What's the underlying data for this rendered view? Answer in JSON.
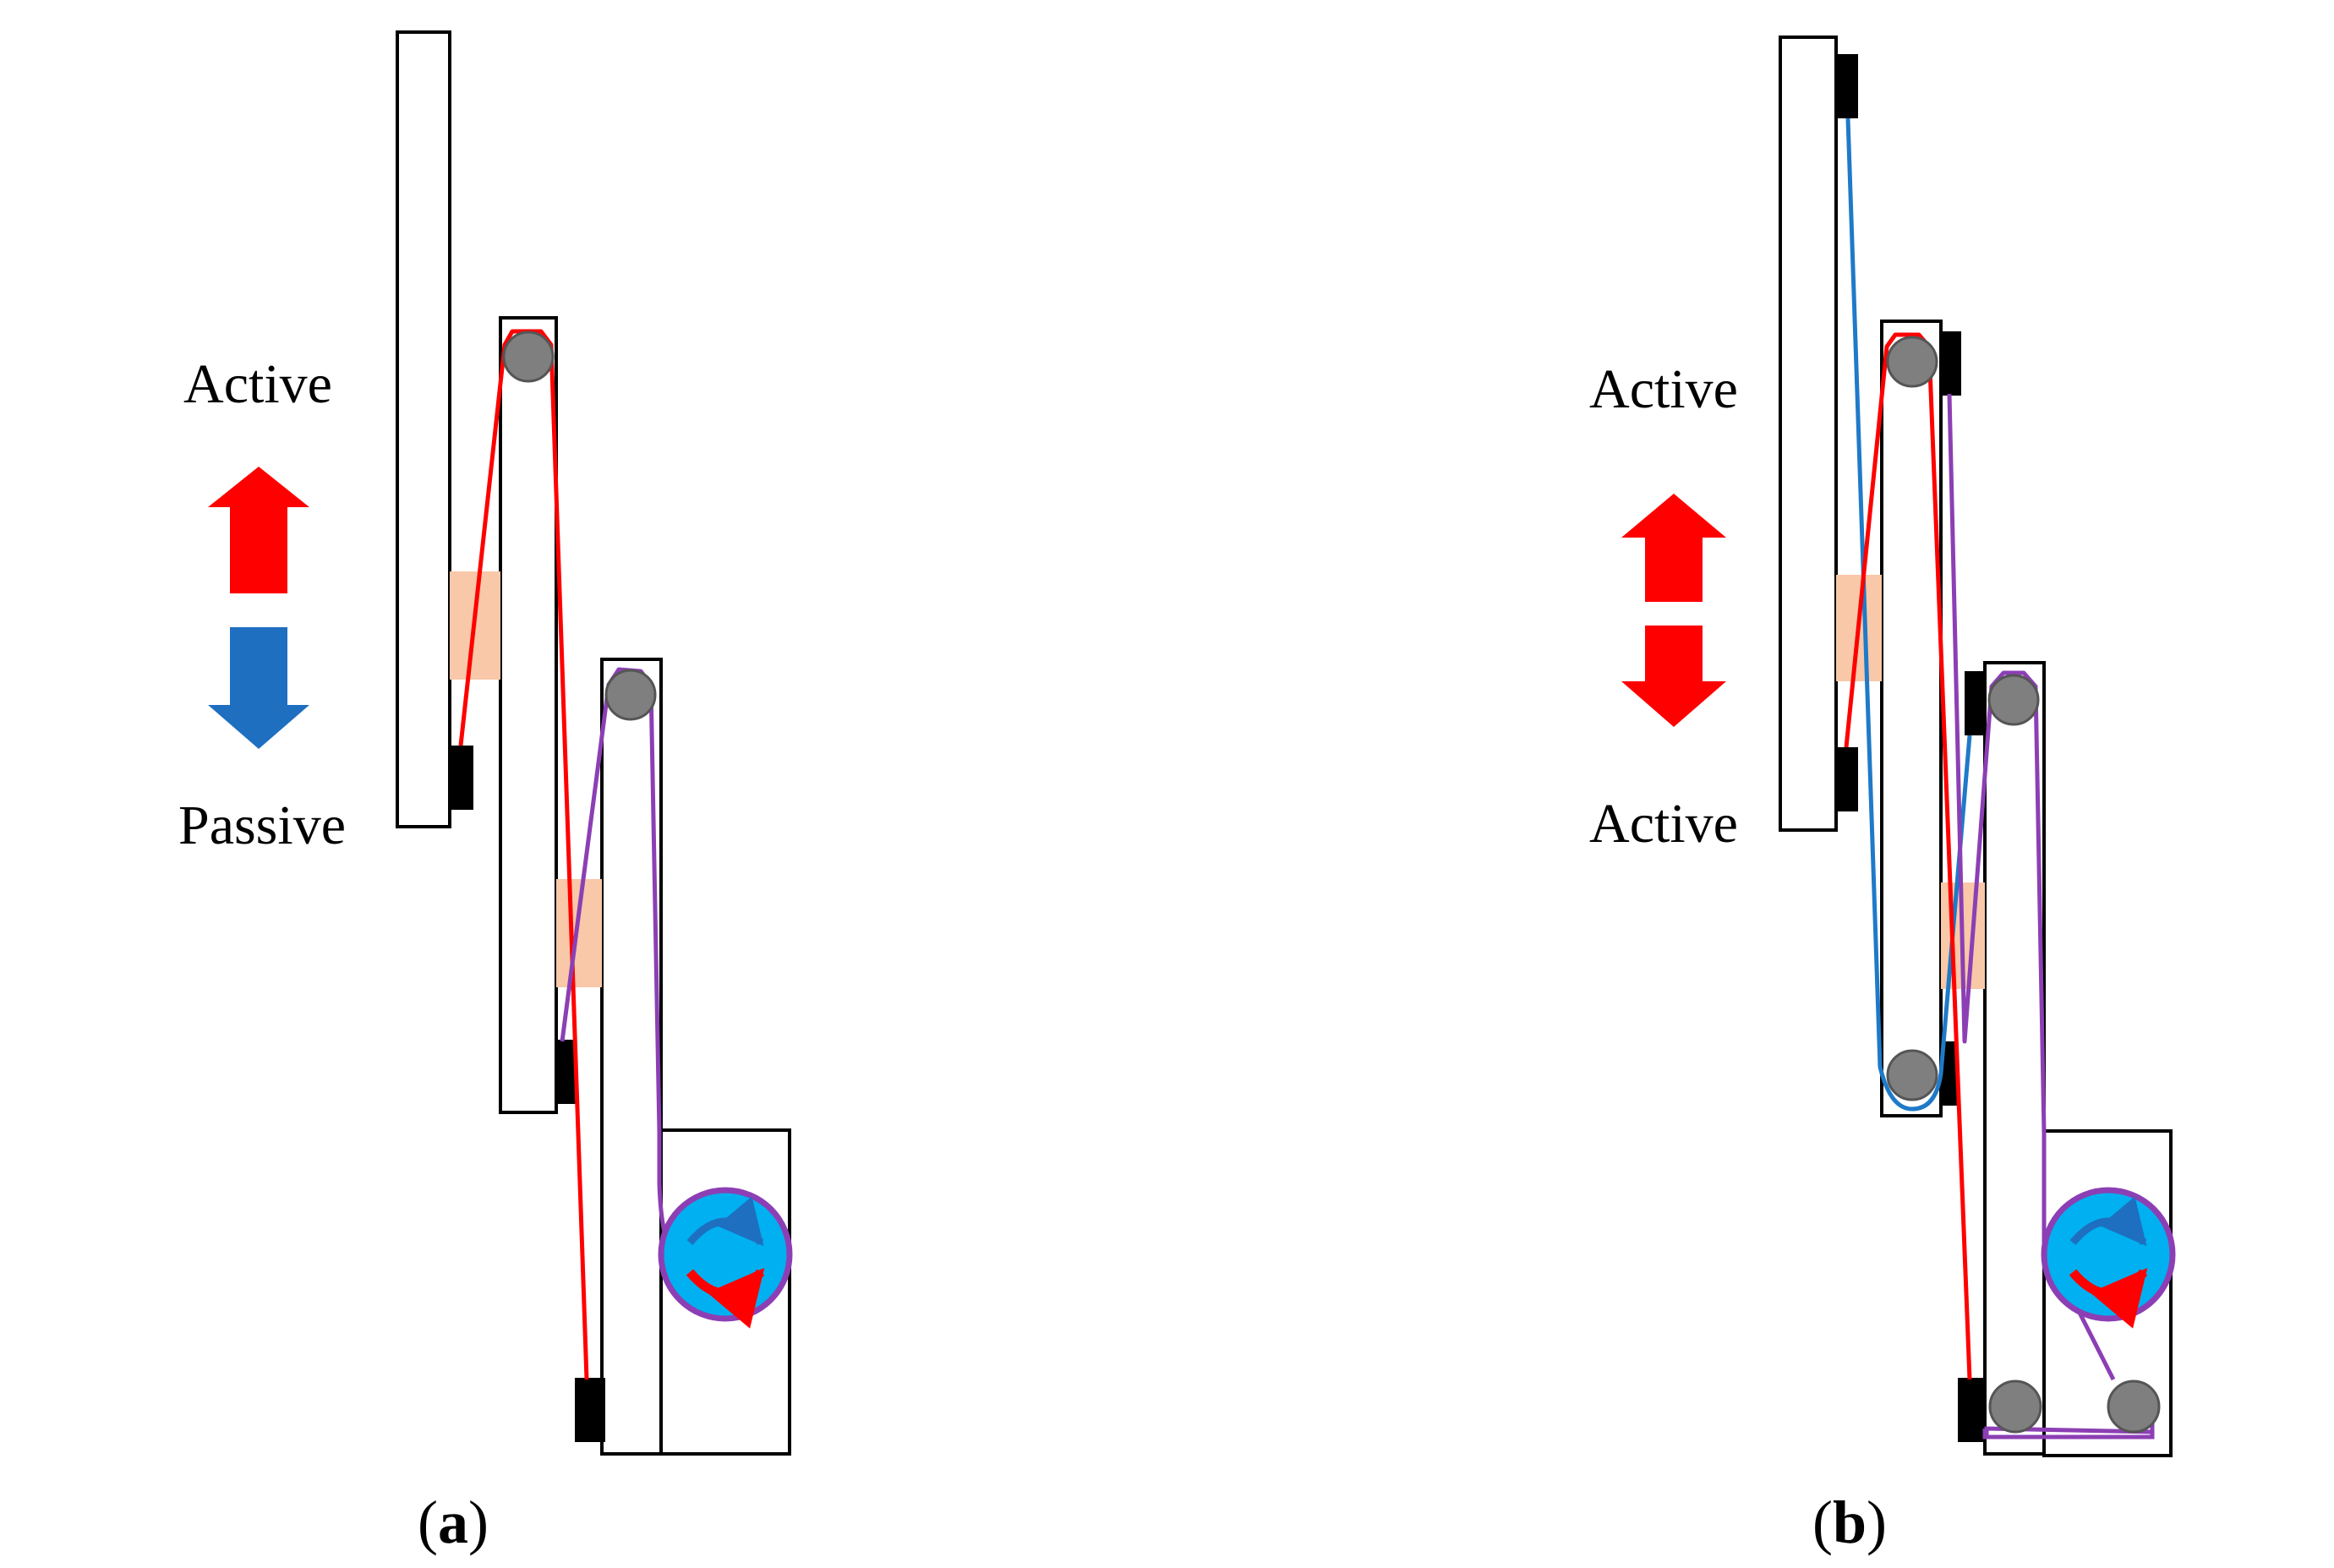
{
  "panel_a": {
    "top_label": "Active",
    "bottom_label": "Passive",
    "caption_letter": "a"
  },
  "panel_b": {
    "top_label": "Active",
    "bottom_label": "Active",
    "caption_letter": "b"
  },
  "caption": {
    "open_paren": "(",
    "close_paren": ")"
  },
  "colors": {
    "red_tendon": "#ff0000",
    "purple_tendon": "#8c3fb4",
    "blue_tendon": "#1f7ac8",
    "active_arrow": "#ff0000",
    "passive_arrow": "#1e6fc0",
    "pulley": "#7f7f7f",
    "motor_fill": "#00b0f0",
    "joint_pad": "#f8c8a8",
    "anchor": "#000000"
  }
}
